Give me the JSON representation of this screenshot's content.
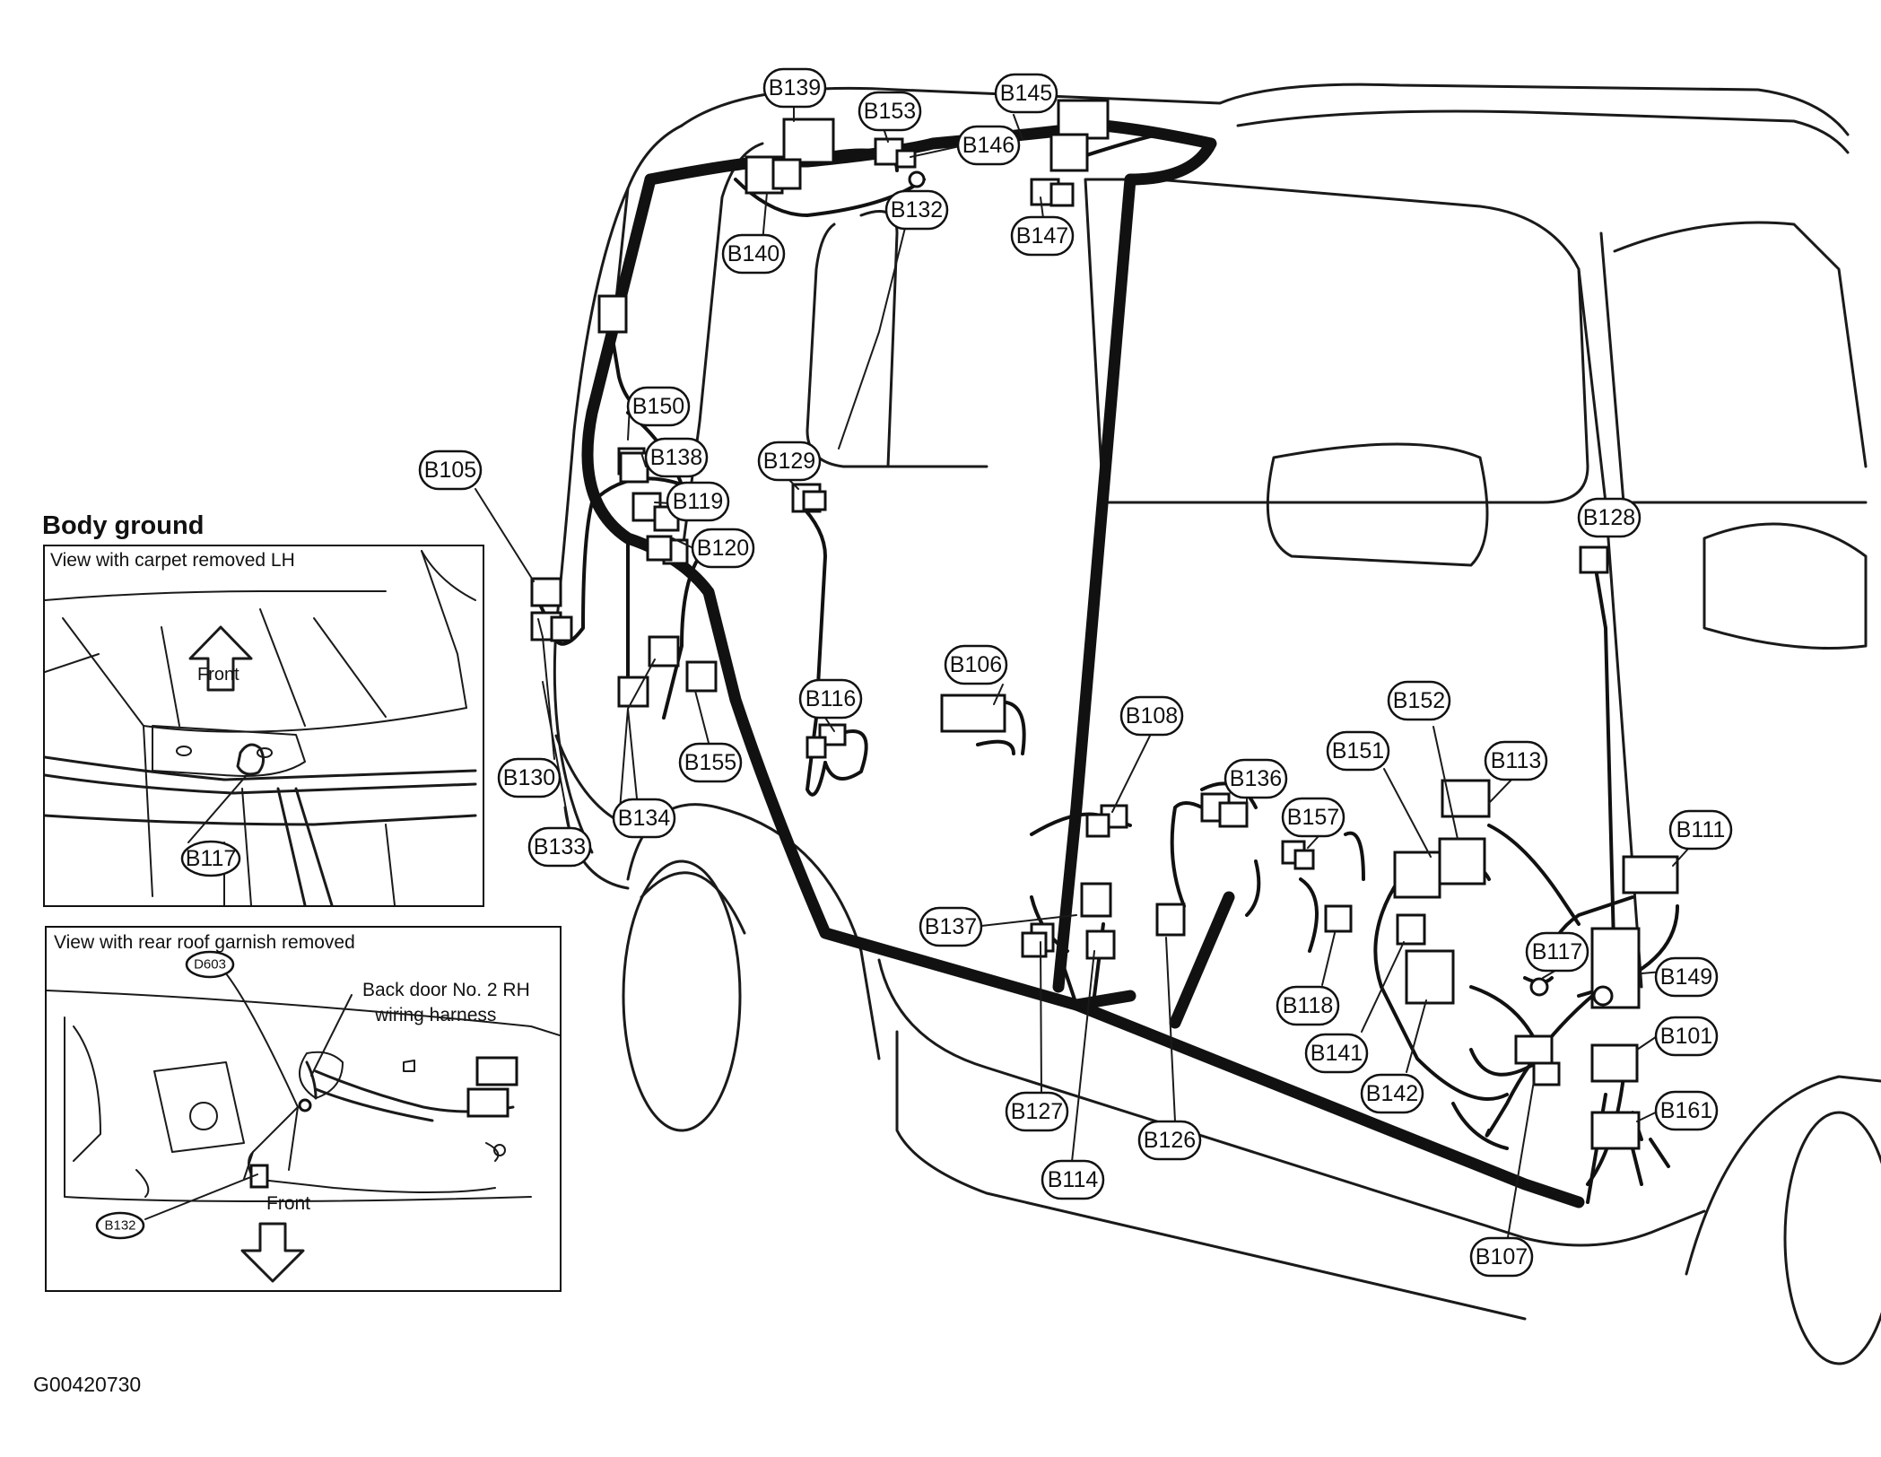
{
  "title": "Body ground",
  "inset_carpet": {
    "caption": "View with carpet removed LH",
    "arrow_label": "Front",
    "connector": "B117"
  },
  "inset_roof": {
    "caption": "View with rear roof garnish removed",
    "harness_line1": "Back door No. 2 RH",
    "harness_line2": "wiring harness",
    "arrow_label": "Front",
    "connectors": [
      "D603",
      "B132"
    ]
  },
  "figure_id": "G00420730",
  "connectors": [
    "B139",
    "B153",
    "B145",
    "B146",
    "B132",
    "B140",
    "B147",
    "B150",
    "B138",
    "B129",
    "B105",
    "B119",
    "B120",
    "B128",
    "B106",
    "B116",
    "B108",
    "B152",
    "B151",
    "B136",
    "B113",
    "B157",
    "B111",
    "B130",
    "B155",
    "B134",
    "B133",
    "B137",
    "B117",
    "B149",
    "B118",
    "B101",
    "B141",
    "B142",
    "B127",
    "B126",
    "B161",
    "B114",
    "B107"
  ]
}
